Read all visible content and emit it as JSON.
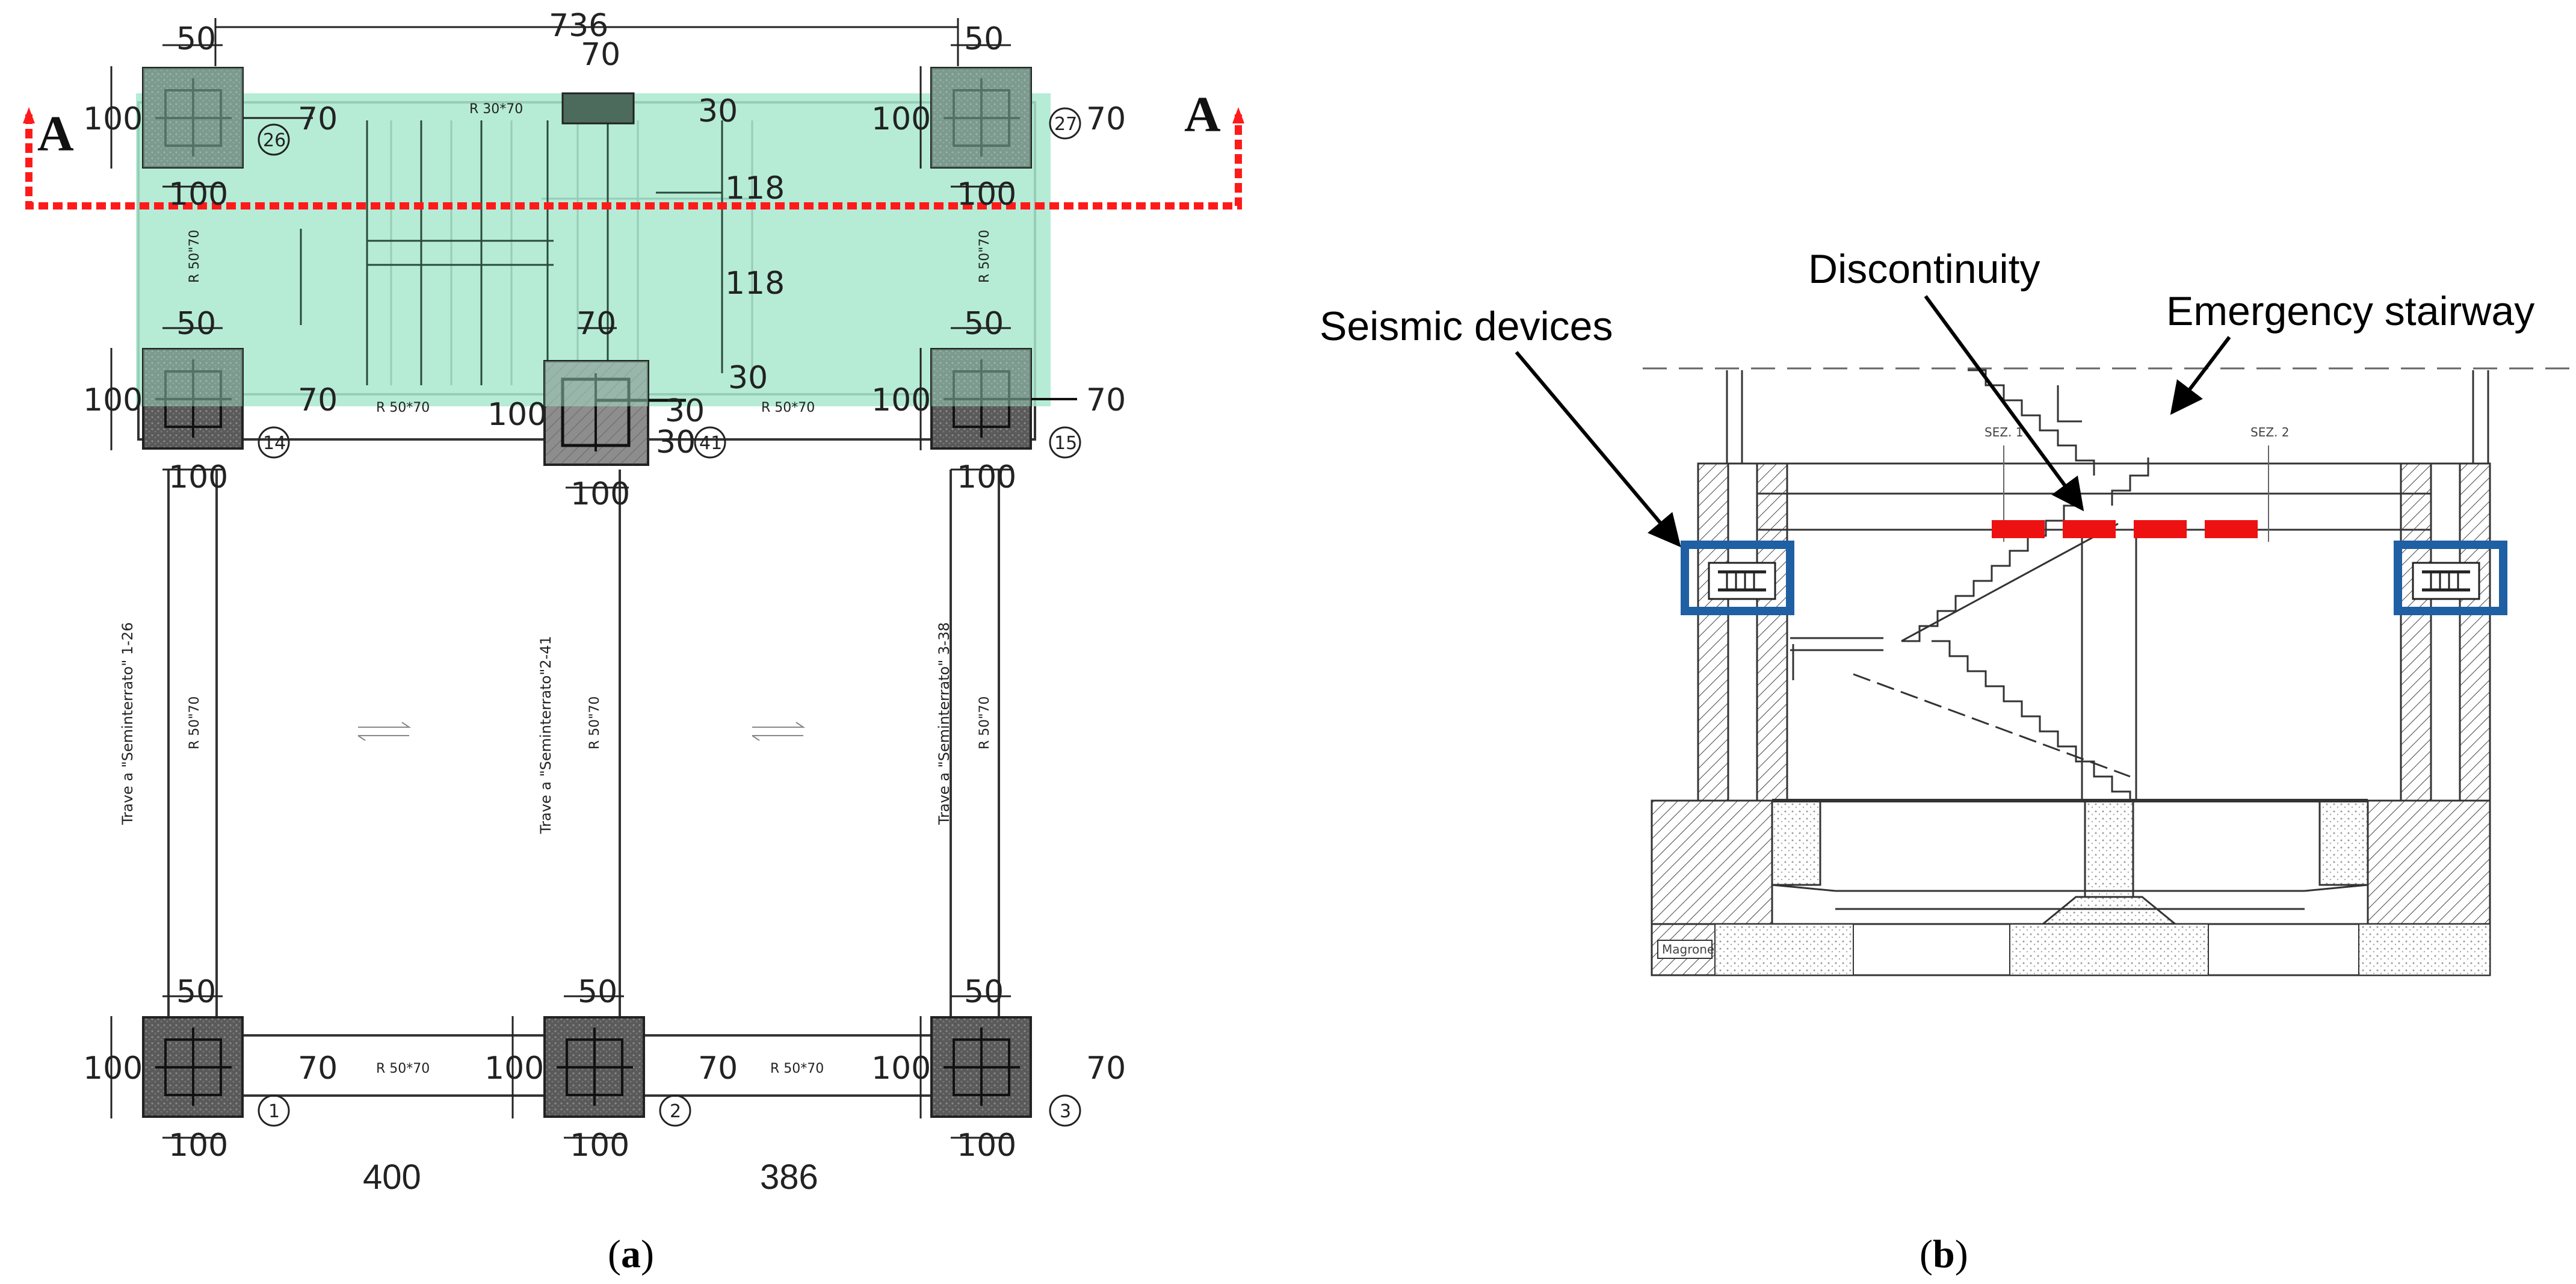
{
  "panel_a": {
    "caption": "(a)",
    "caption_letter": "a",
    "section_marker": "A",
    "overall_dimension": "736",
    "column_width": "50",
    "column_depth": "70",
    "column_side": "100",
    "mid_column_width": "30",
    "stair_landing_1": "118",
    "stair_landing_2": "118",
    "top_beam": "R 30*70",
    "beam_section": "R 50*70",
    "beam_section_alt": "R 50\"70",
    "column_labels": [
      "26",
      "27",
      "14",
      "41",
      "15",
      "1",
      "2",
      "3"
    ],
    "beam_labels": [
      "Trave a \"Seminterrato\" 1-26",
      "Trave a \"Seminterrato\"2-41",
      "Trave a \"Seminterrato\" 3-38"
    ],
    "span_left": "400",
    "span_right": "386",
    "colors": {
      "stair_highlight": "#a9e9cf",
      "section_line": "#ff1a1a",
      "column_fill": "#6b6b6b"
    }
  },
  "panel_b": {
    "caption": "(b)",
    "caption_letter": "b",
    "label_seismic": "Seismic devices",
    "label_discontinuity": "Discontinuity",
    "label_stairway": "Emergency stairway",
    "sez_1": "SEZ. 1",
    "sez_2": "SEZ. 2",
    "magrone": "Magrone",
    "colors": {
      "device_box": "#1f5fa3",
      "discontinuity": "#ee1111"
    }
  }
}
